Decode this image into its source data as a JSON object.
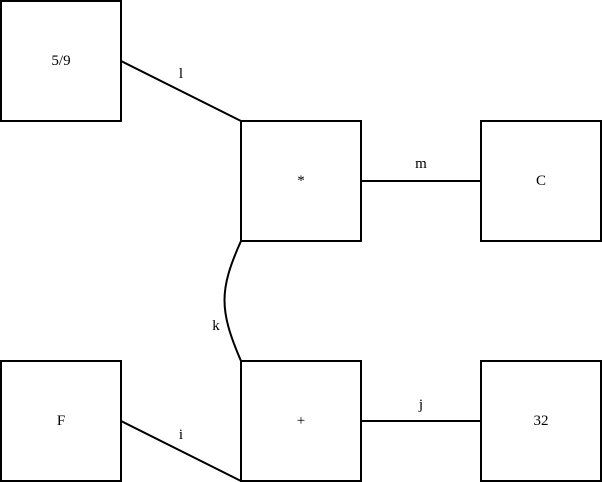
{
  "diagram": {
    "nodes": [
      {
        "id": "n59",
        "label": "5/9"
      },
      {
        "id": "nmul",
        "label": "*"
      },
      {
        "id": "nC",
        "label": "C"
      },
      {
        "id": "nF",
        "label": "F"
      },
      {
        "id": "nplus",
        "label": "+"
      },
      {
        "id": "n32",
        "label": "32"
      }
    ],
    "edges": [
      {
        "from": "n59",
        "to": "nmul",
        "label": "l"
      },
      {
        "from": "nmul",
        "to": "nC",
        "label": "m"
      },
      {
        "from": "nmul",
        "to": "nplus",
        "label": "k"
      },
      {
        "from": "nF",
        "to": "nplus",
        "label": "i"
      },
      {
        "from": "nplus",
        "to": "n32",
        "label": "j"
      }
    ]
  }
}
